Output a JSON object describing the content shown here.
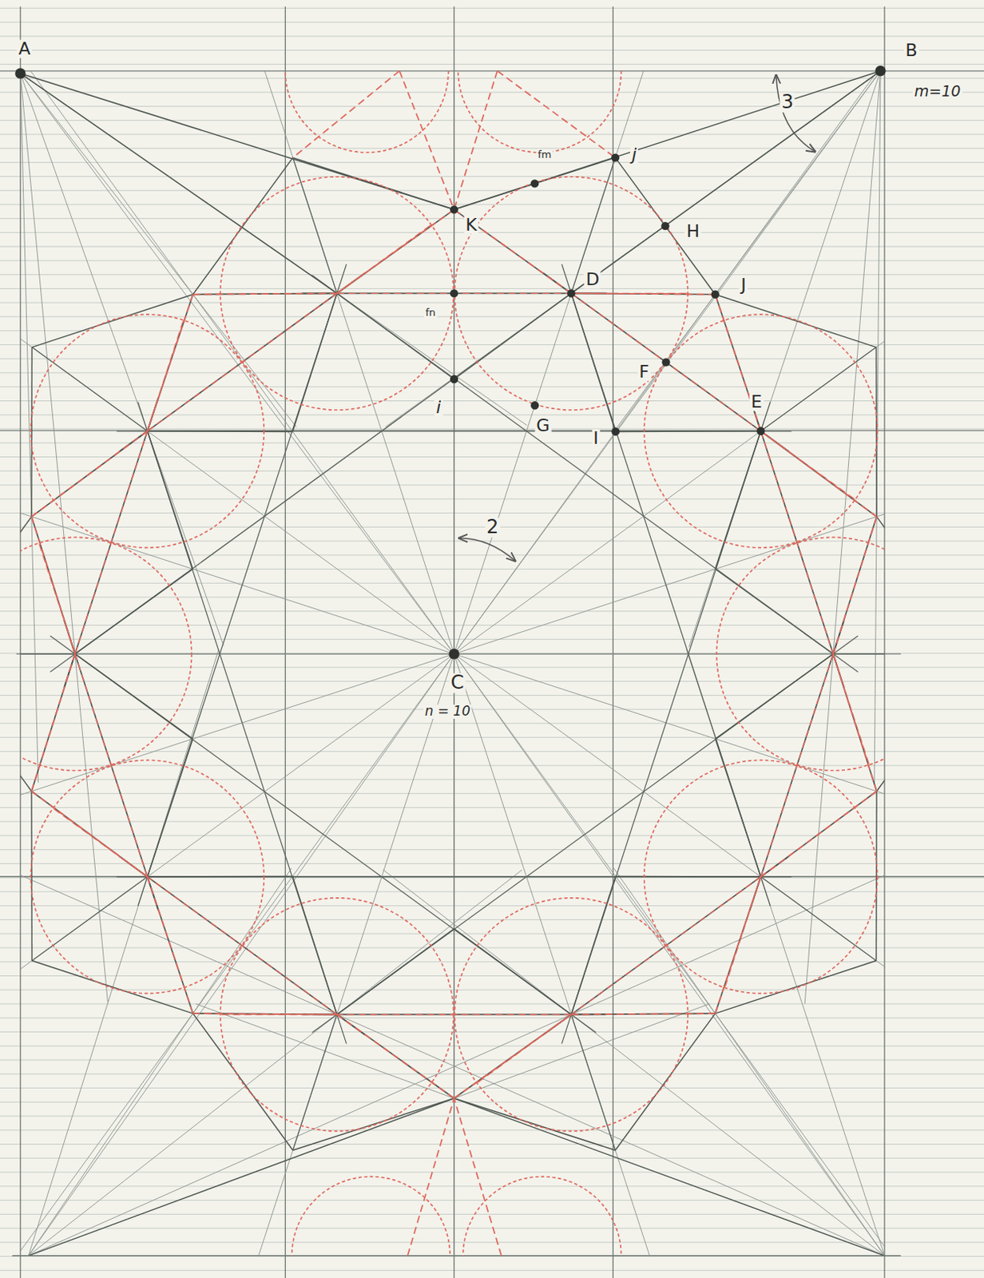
{
  "diagram": {
    "labels": [
      "A",
      "B",
      "m=10",
      "j",
      "fm",
      "3",
      "K",
      "H",
      "D",
      "J",
      "fn",
      "F",
      "E",
      "i",
      "G",
      "I",
      "2",
      "C",
      "n = 10"
    ]
  }
}
